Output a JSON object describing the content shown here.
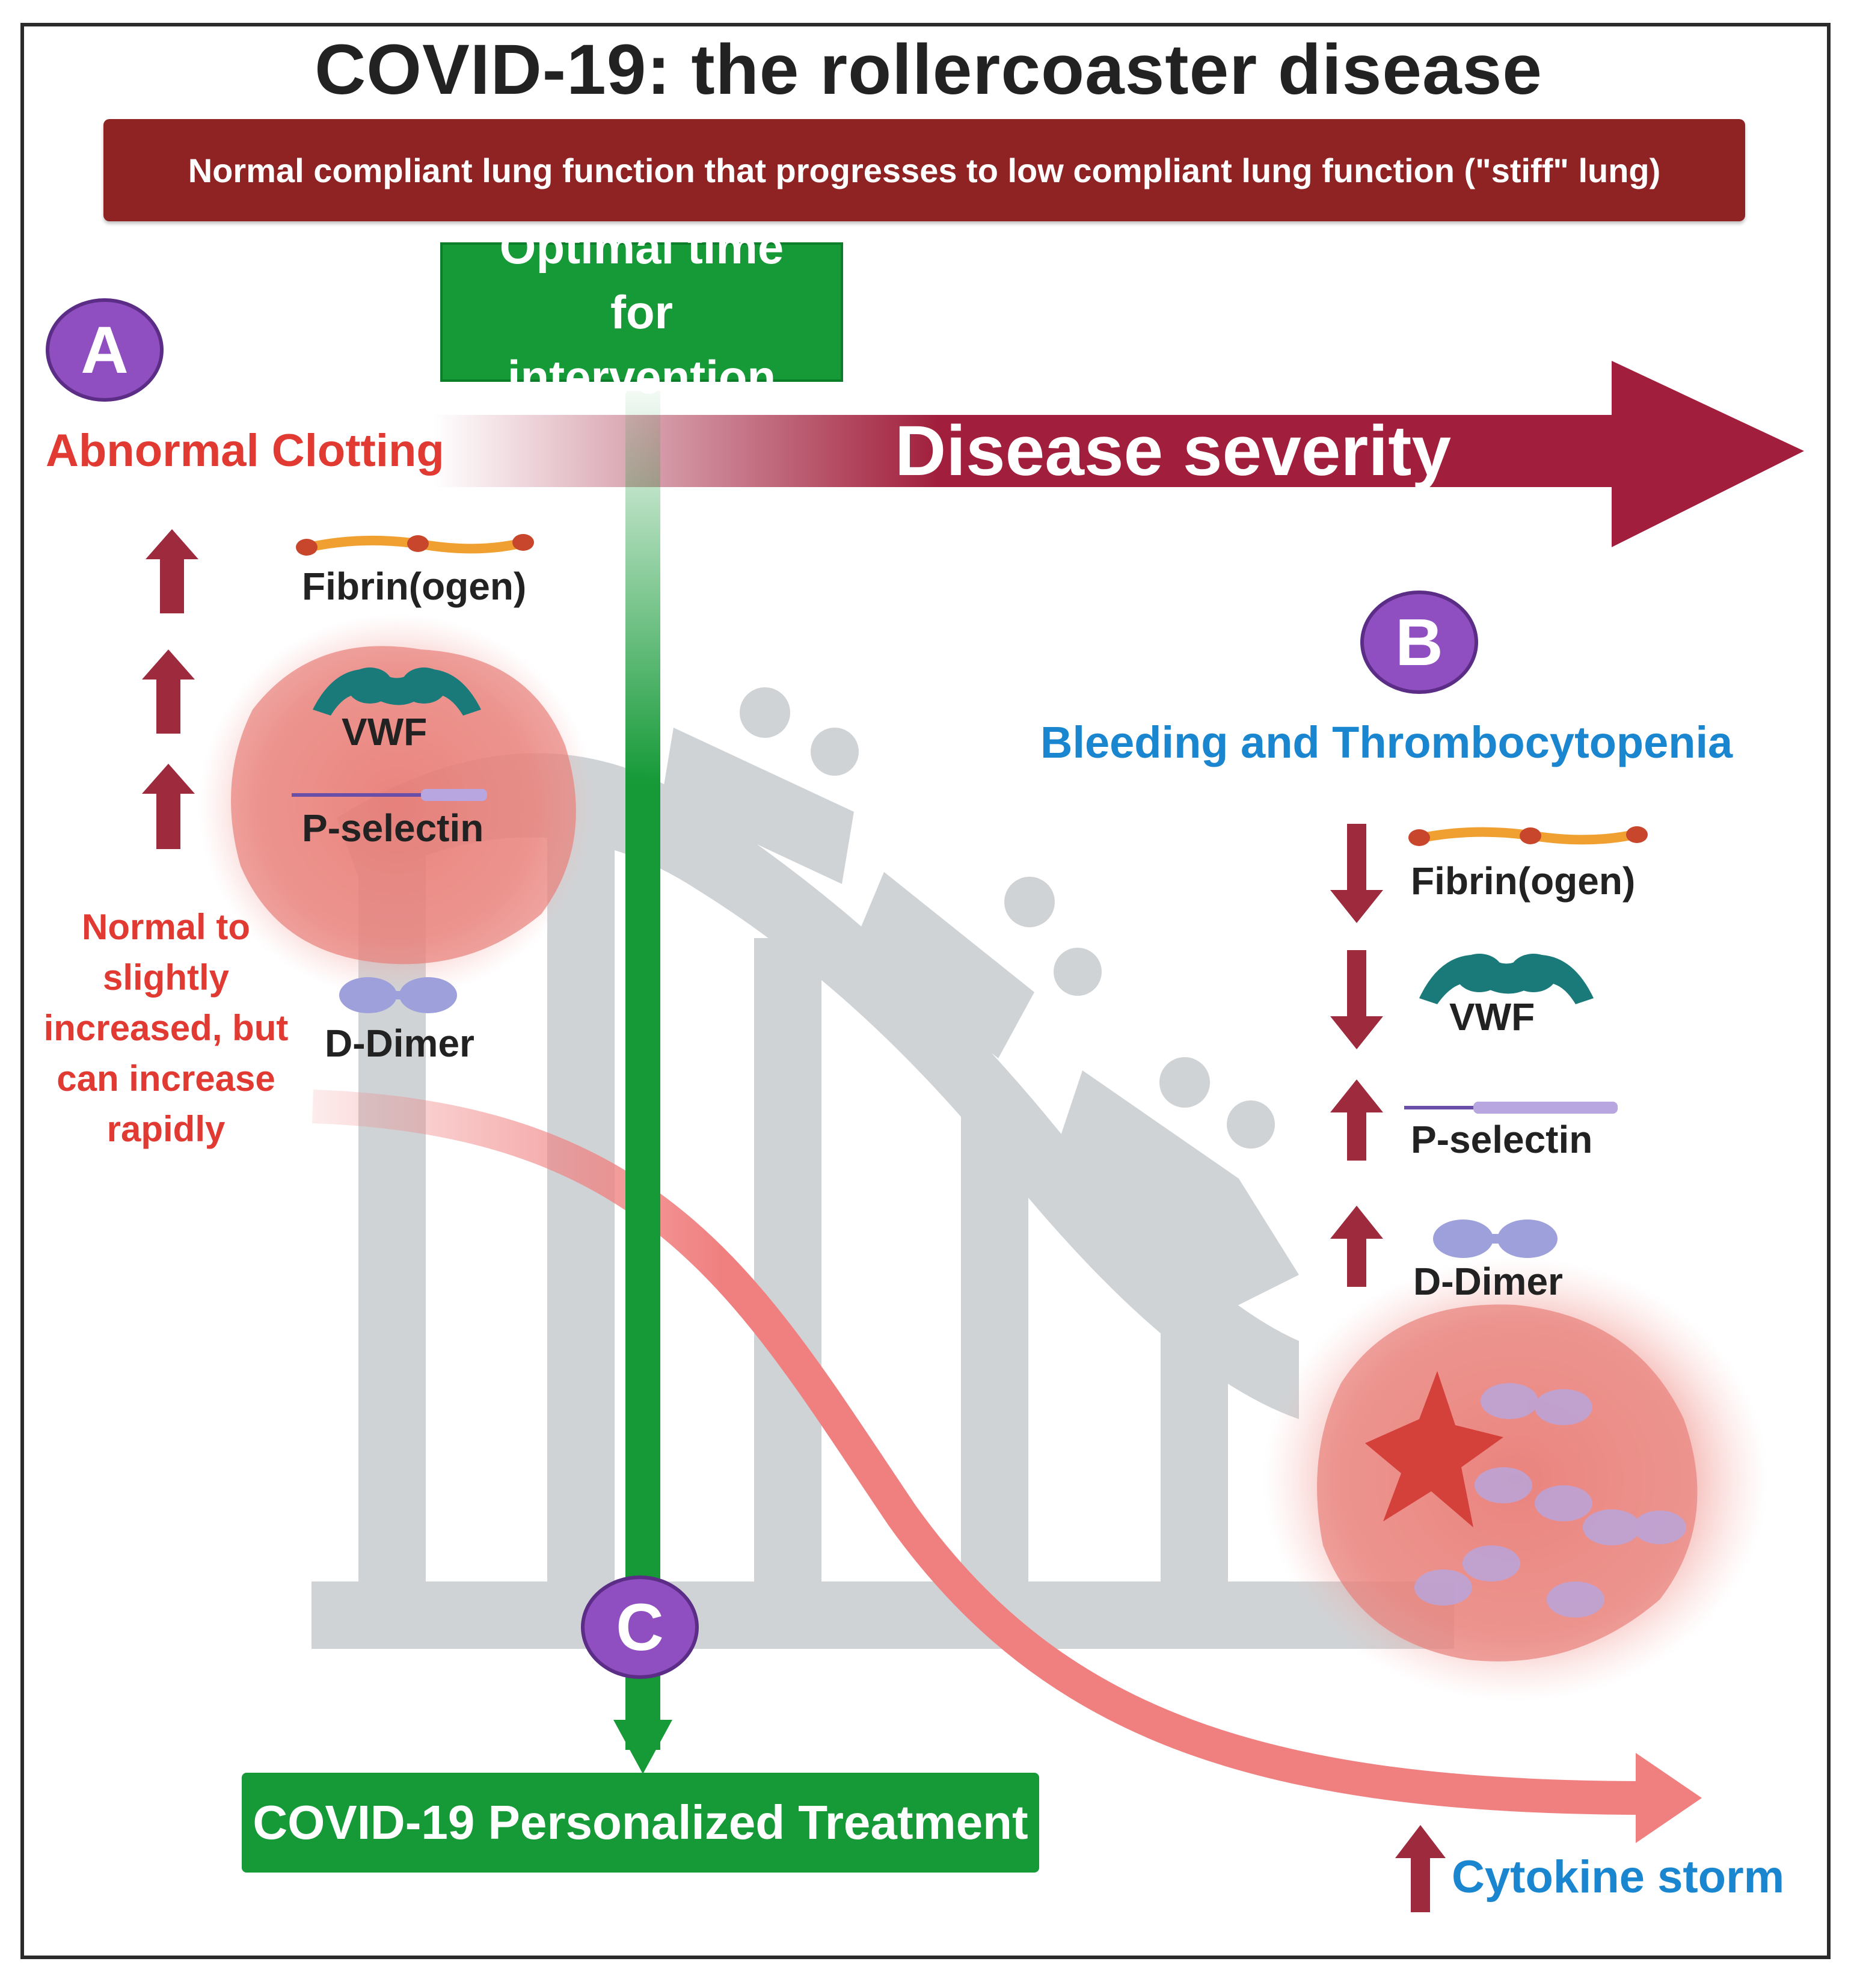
{
  "title": "COVID-19: the rollercoaster disease",
  "banner": "Normal compliant lung function that progresses to low compliant lung function (\"stiff\" lung)",
  "optimal_time": "Optimal time for intervention",
  "severity_label": "Disease severity",
  "section_a": {
    "badge": "A",
    "label": "Abnormal Clotting",
    "markers": [
      {
        "name": "Fibrin(ogen)",
        "trend": "up"
      },
      {
        "name": "VWF",
        "trend": "up"
      },
      {
        "name": "P-selectin",
        "trend": "up"
      },
      {
        "name": "D-Dimer",
        "trend": ""
      }
    ],
    "note_lines": [
      "Normal to",
      "slightly",
      "increased, but",
      "can increase",
      "rapidly"
    ]
  },
  "section_b": {
    "badge": "B",
    "label": "Bleeding and Thrombocytopenia",
    "markers": [
      {
        "name": "Fibrin(ogen)",
        "trend": "down"
      },
      {
        "name": "VWF",
        "trend": "down"
      },
      {
        "name": "P-selectin",
        "trend": "up"
      },
      {
        "name": "D-Dimer",
        "trend": "up"
      }
    ]
  },
  "section_c": {
    "badge": "C",
    "treatment": "COVID-19 Personalized Treatment"
  },
  "cytokine": "Cytokine storm",
  "colors": {
    "banner": "#8f2323",
    "severity_arrow": "#a11f3c",
    "green": "#169a38",
    "badge": "#8f4fc0",
    "red_text": "#e03a32",
    "blue_text": "#1a86cf",
    "coaster": "#cfd3d6",
    "cytokine_curve": "#f08080"
  }
}
